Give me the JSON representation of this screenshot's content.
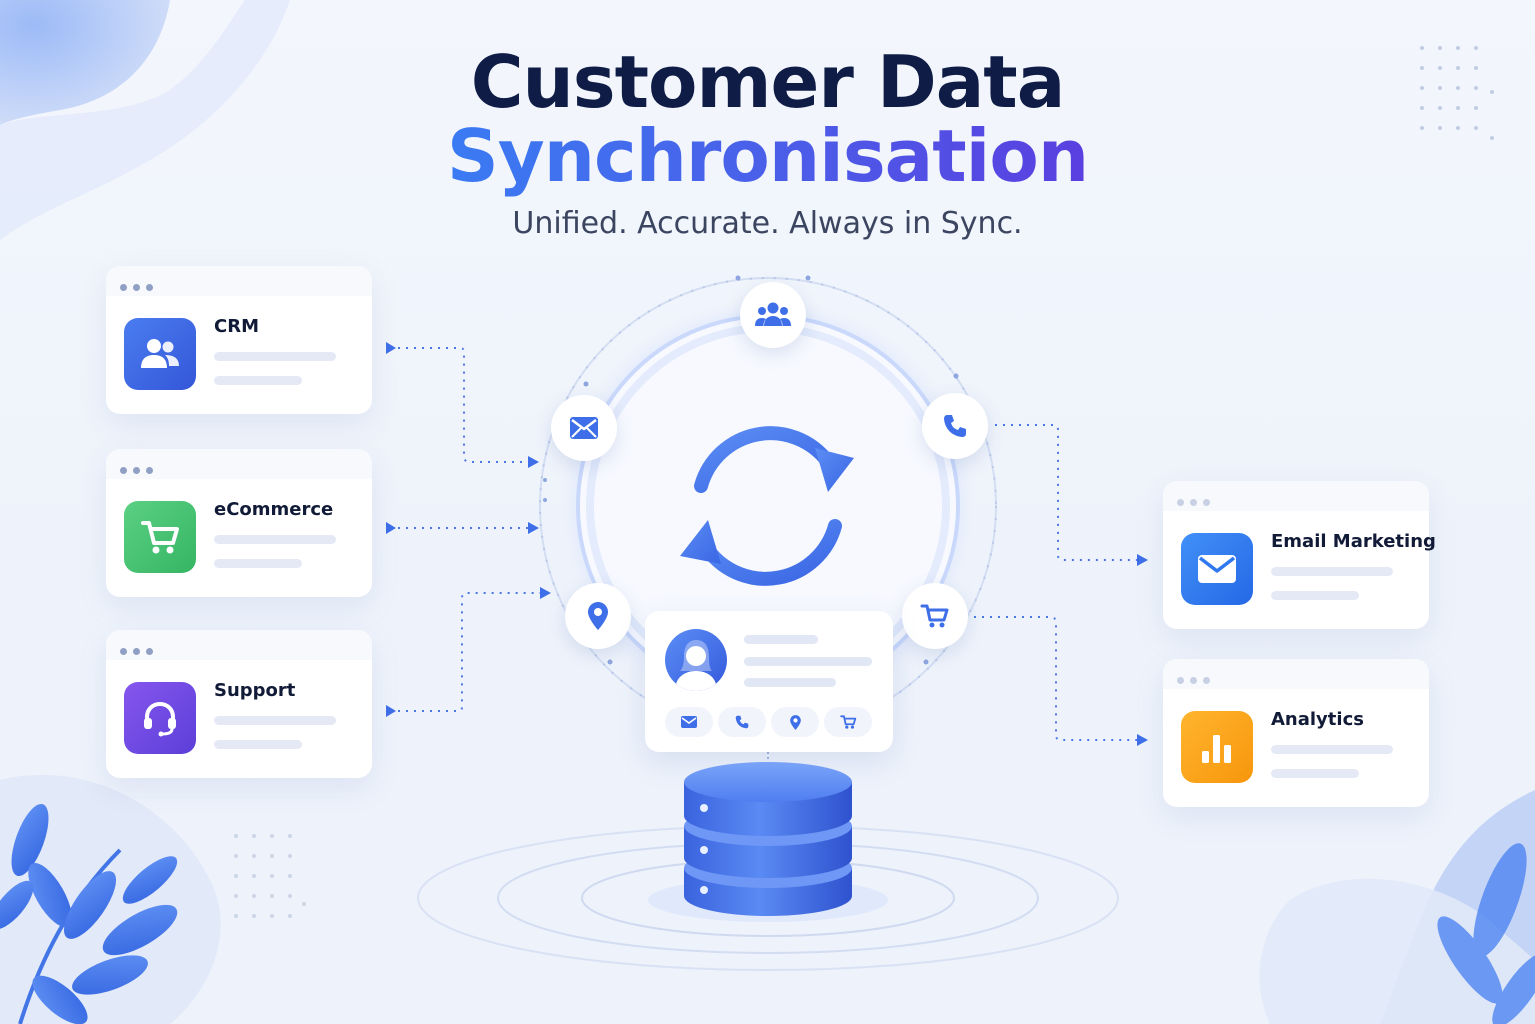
{
  "header": {
    "title_line1": "Customer Data",
    "title_line2": "Synchronisation",
    "tagline": "Unified. Accurate. Always in Sync."
  },
  "sources": [
    {
      "label": "CRM",
      "icon": "users-icon",
      "color": "#3d6ae6"
    },
    {
      "label": "eCommerce",
      "icon": "cart-icon",
      "color": "#43c472"
    },
    {
      "label": "Support",
      "icon": "headset-icon",
      "color": "#6a4ce8"
    }
  ],
  "destinations": [
    {
      "label": "Email Marketing",
      "icon": "mail-icon",
      "color": "#2f78f0"
    },
    {
      "label": "Analytics",
      "icon": "bar-chart-icon",
      "color": "#fba61c"
    }
  ],
  "hub": {
    "icon": "sync-icon",
    "orbit_icons": [
      "users-icon",
      "phone-icon",
      "cart-icon",
      "location-icon",
      "mail-icon"
    ]
  },
  "profile": {
    "icon": "avatar-icon",
    "chips": [
      "mail-icon",
      "phone-icon",
      "location-icon",
      "cart-icon"
    ]
  },
  "database": {
    "icon": "database-icon"
  },
  "colors": {
    "accent": "#3f6fe8",
    "title": "#0f1c46",
    "text": "#3b4560"
  }
}
